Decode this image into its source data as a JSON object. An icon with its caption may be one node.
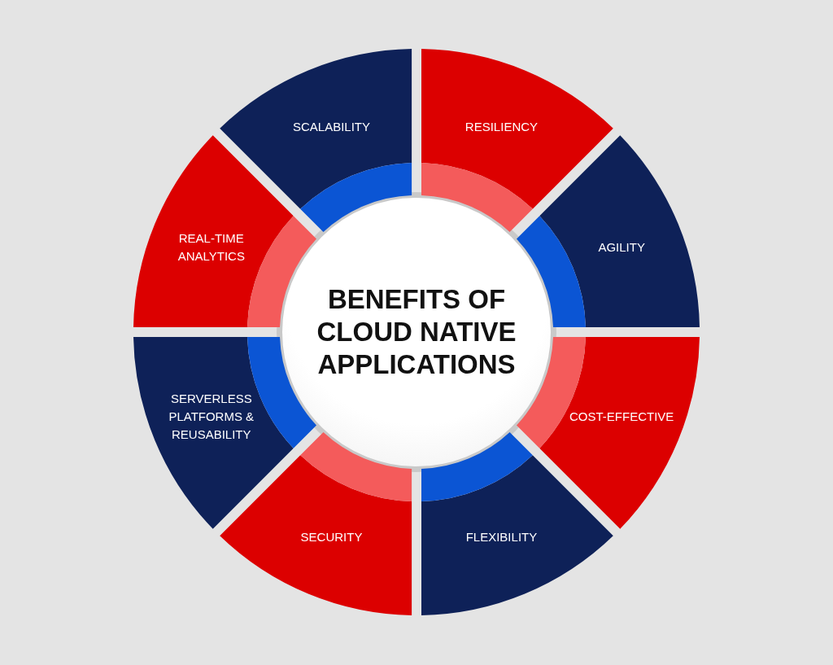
{
  "diagram": {
    "nodes": [
      {
        "text": [
          "BENEFITS OF CLOUD NATIVE APPLICATIONS"
        ]
      },
      {
        "text": [
          "SCALABILITY"
        ]
      },
      {
        "text": [
          "RESILIENCY"
        ]
      },
      {
        "text": [
          "AGILITY"
        ]
      },
      {
        "text": [
          "COST-EFFECTIVE"
        ]
      },
      {
        "text": [
          "FLEXIBILITY"
        ]
      },
      {
        "text": [
          "SECURITY"
        ]
      },
      {
        "text": [
          "SERVERLESS PLATFORMS & REUSABILITY"
        ]
      },
      {
        "text": [
          "REAL-TIME ANALYTICS"
        ]
      }
    ]
  }
}
